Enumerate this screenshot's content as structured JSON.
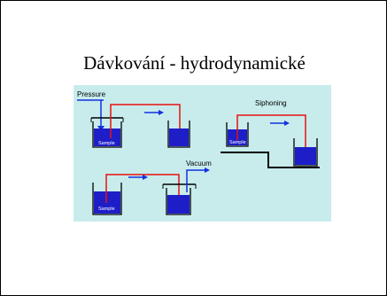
{
  "slide": {
    "title": "Dávkování - hydrodynamické"
  },
  "diagram": {
    "panels": [
      {
        "label": "Pressure",
        "sample_label": "Sample"
      },
      {
        "label": "Siphoning",
        "sample_label": "Sample"
      },
      {
        "label": "Vacuum",
        "sample_label": "Sample"
      }
    ],
    "colors": {
      "background": "#c8ecec",
      "liquid": "#1e1ec8",
      "capillary": "#e81010",
      "arrow": "#1230e0",
      "container_outline": "#000000"
    }
  }
}
